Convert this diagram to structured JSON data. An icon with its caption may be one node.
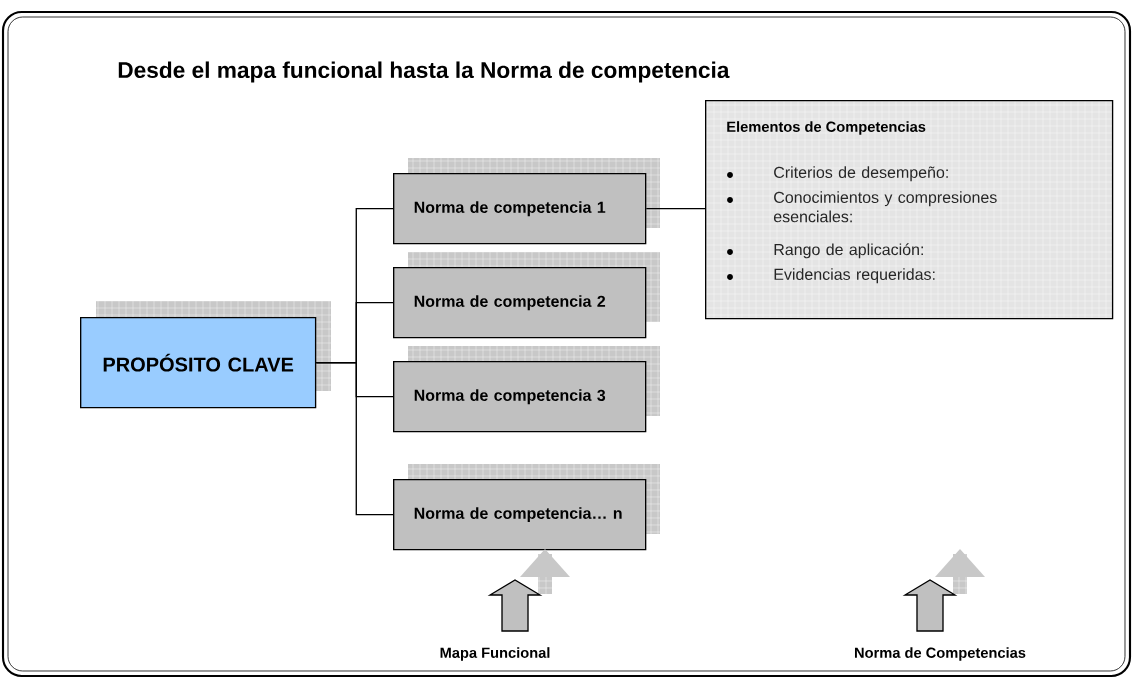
{
  "diagram": {
    "title": "Desde el mapa funcional hasta la Norma de competencia",
    "nodes": [
      {
        "text": [
          "PROPÓSITO CLAVE"
        ]
      },
      {
        "text": [
          "Norma de competencia 1"
        ]
      },
      {
        "text": [
          "Norma de competencia 2"
        ]
      },
      {
        "text": [
          "Norma de competencia 3"
        ]
      },
      {
        "text": [
          "Norma de competencia… n"
        ]
      },
      {
        "text": [
          "Elementos de Competencias",
          "Criterios de desempeño:",
          "Conocimientos y compresiones esenciales:",
          "Rango de aplicación:",
          "Evidencias requeridas:"
        ]
      }
    ],
    "edges": [
      {
        "from": 0,
        "to": 1,
        "arrow": "none"
      },
      {
        "from": 0,
        "to": 2,
        "arrow": "none"
      },
      {
        "from": 0,
        "to": 3,
        "arrow": "none"
      },
      {
        "from": 0,
        "to": 4,
        "arrow": "none"
      },
      {
        "from": 1,
        "to": 5,
        "arrow": "none"
      }
    ],
    "labels": [
      "Mapa Funcional",
      "Norma de Competencias"
    ]
  }
}
